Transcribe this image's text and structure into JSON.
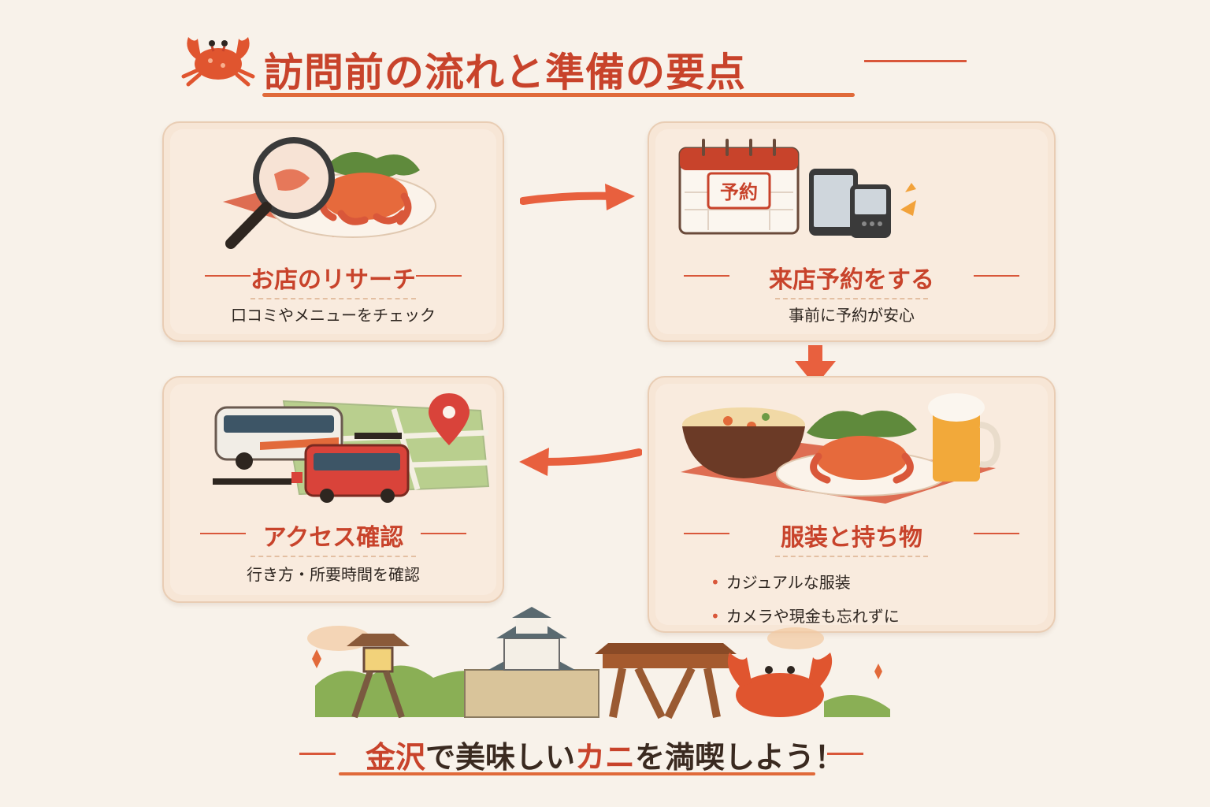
{
  "title": "訪問前の流れと準備の要点",
  "steps": [
    {
      "title": "お店のリサーチ",
      "subtitle": "口コミやメニューをチェック",
      "icons": [
        "magnifier-icon",
        "crab-plate-icon"
      ]
    },
    {
      "title": "来店予約をする",
      "subtitle": "事前に予約が安心",
      "calendar_label": "予約",
      "icons": [
        "calendar-icon",
        "smartphone-icon",
        "phone-icon"
      ]
    },
    {
      "title": "服装と持ち物",
      "bullets": [
        "カジュアルな服装",
        "カメラや現金も忘れずに"
      ],
      "icons": [
        "rice-bowl-icon",
        "crab-plate-icon",
        "beer-mug-icon"
      ]
    },
    {
      "title": "アクセス確認",
      "subtitle": "行き方・所要時間を確認",
      "icons": [
        "bus-icon",
        "map-icon",
        "location-pin-icon"
      ]
    }
  ],
  "footer": {
    "part1": "金沢",
    "part2": "で美味しい",
    "part3": "カニ",
    "part4": "を満喫しよう！"
  },
  "colors": {
    "accent": "#c8432b",
    "arrow": "#e8603e",
    "card_bg": "#f9ebde",
    "page_bg": "#f8f2ea"
  }
}
